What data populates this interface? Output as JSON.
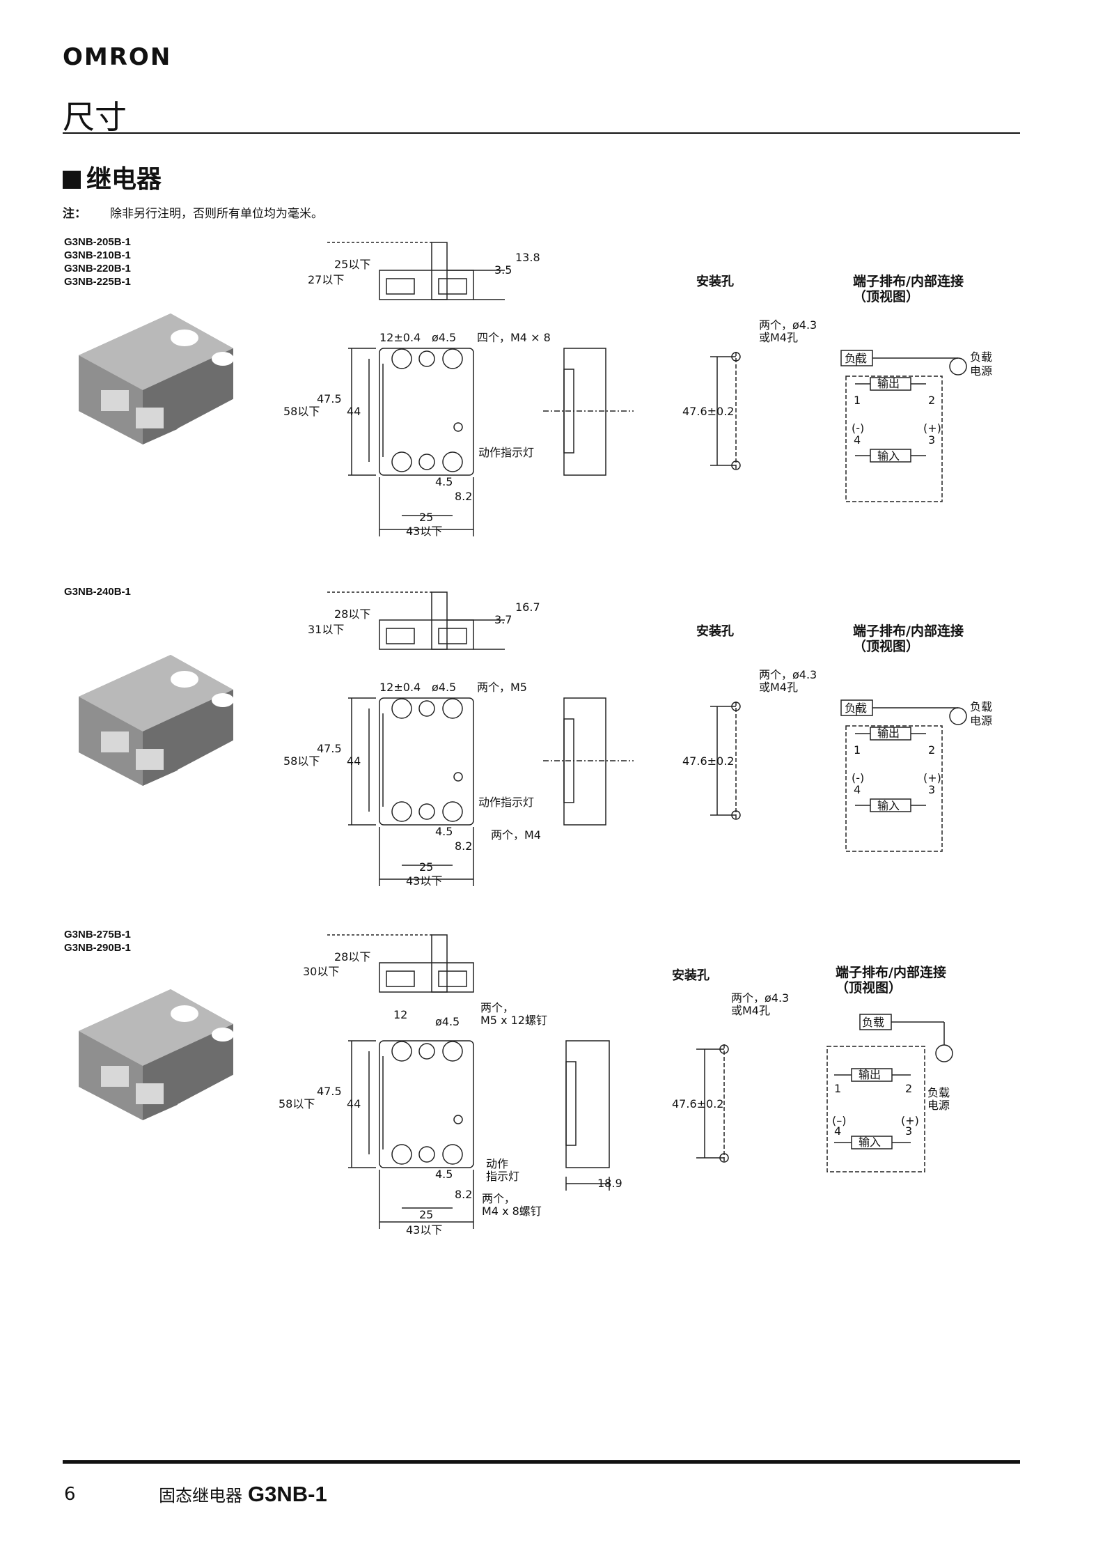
{
  "header": {
    "brand": "OMRON",
    "title": "尺寸"
  },
  "section": {
    "title": "继电器"
  },
  "note": {
    "label": "注：",
    "text": "除非另行注明，否则所有单位均为毫米。"
  },
  "groups": [
    {
      "models": [
        "G3NB-205B-1",
        "G3NB-210B-1",
        "G3NB-220B-1",
        "G3NB-225B-1"
      ],
      "side": {
        "height_outer": "27以下",
        "height_inner": "25以下",
        "top_a": "13.8",
        "top_b": "3.5"
      },
      "front": {
        "pitch": "12±0.4",
        "hole": "ø4.5",
        "screws": "四个，M4 × 8",
        "h58": "58以下",
        "h475": "47.5",
        "h44": "44",
        "led": "动作指示灯",
        "w45": "4.5",
        "w82": "8.2",
        "w25": "25",
        "w43": "43以下",
        "screws_bottom": "",
        "depth": ""
      },
      "mounting": {
        "title": "安装孔",
        "holes": "两个，ø4.3",
        "holes2": "或M4孔",
        "pitch": "47.6±0.2"
      },
      "terminal": {
        "title": "端子排布/内部连接",
        "subtitle": "（顶视图）",
        "load": "负载",
        "output": "输出",
        "input": "输入",
        "supply1": "负载",
        "supply2": "电源",
        "t1": "1",
        "t2": "2",
        "t3": "3",
        "t4": "4",
        "minus": "(-)",
        "plus": "(+)"
      }
    },
    {
      "models": [
        "G3NB-240B-1"
      ],
      "side": {
        "height_outer": "31以下",
        "height_inner": "28以下",
        "top_a": "16.7",
        "top_b": "3.7"
      },
      "front": {
        "pitch": "12±0.4",
        "hole": "ø4.5",
        "screws": "两个，M5",
        "h58": "58以下",
        "h475": "47.5",
        "h44": "44",
        "led": "动作指示灯",
        "w45": "4.5",
        "w82": "8.2",
        "w25": "25",
        "w43": "43以下",
        "screws_bottom": "两个，M4",
        "depth": ""
      },
      "mounting": {
        "title": "安装孔",
        "holes": "两个，ø4.3",
        "holes2": "或M4孔",
        "pitch": "47.6±0.2"
      },
      "terminal": {
        "title": "端子排布/内部连接",
        "subtitle": "（顶视图）",
        "load": "负载",
        "output": "输出",
        "input": "输入",
        "supply1": "负载",
        "supply2": "电源",
        "t1": "1",
        "t2": "2",
        "t3": "3",
        "t4": "4",
        "minus": "(-)",
        "plus": "(+)"
      }
    },
    {
      "models": [
        "G3NB-275B-1",
        "G3NB-290B-1"
      ],
      "side": {
        "height_outer": "30以下",
        "height_inner": "28以下",
        "top_a": "",
        "top_b": ""
      },
      "front": {
        "pitch": "12",
        "hole": "ø4.5",
        "screws": "两个，",
        "screws2": "M5 x 12螺钉",
        "h58": "58以下",
        "h475": "47.5",
        "h44": "44",
        "led": "动作",
        "led2": "指示灯",
        "w45": "4.5",
        "w82": "8.2",
        "w25": "25",
        "w43": "43以下",
        "screws_bottom": "两个，",
        "screws_bottom2": "M4 x 8螺钉",
        "depth": "18.9"
      },
      "mounting": {
        "title": "安装孔",
        "holes": "两个，ø4.3",
        "holes2": "或M4孔",
        "pitch": "47.6±0.2"
      },
      "terminal": {
        "title": "端子排布/内部连接",
        "subtitle": "（顶视图）",
        "load": "负载",
        "output": "输出",
        "input": "输入",
        "supply1": "负载",
        "supply2": "电源",
        "t1": "1",
        "t2": "2",
        "t3": "3",
        "t4": "4",
        "minus": "(–)",
        "plus": "(+)"
      }
    }
  ],
  "footer": {
    "page": "6",
    "category": "固态继电器",
    "model": "G3NB-1"
  }
}
